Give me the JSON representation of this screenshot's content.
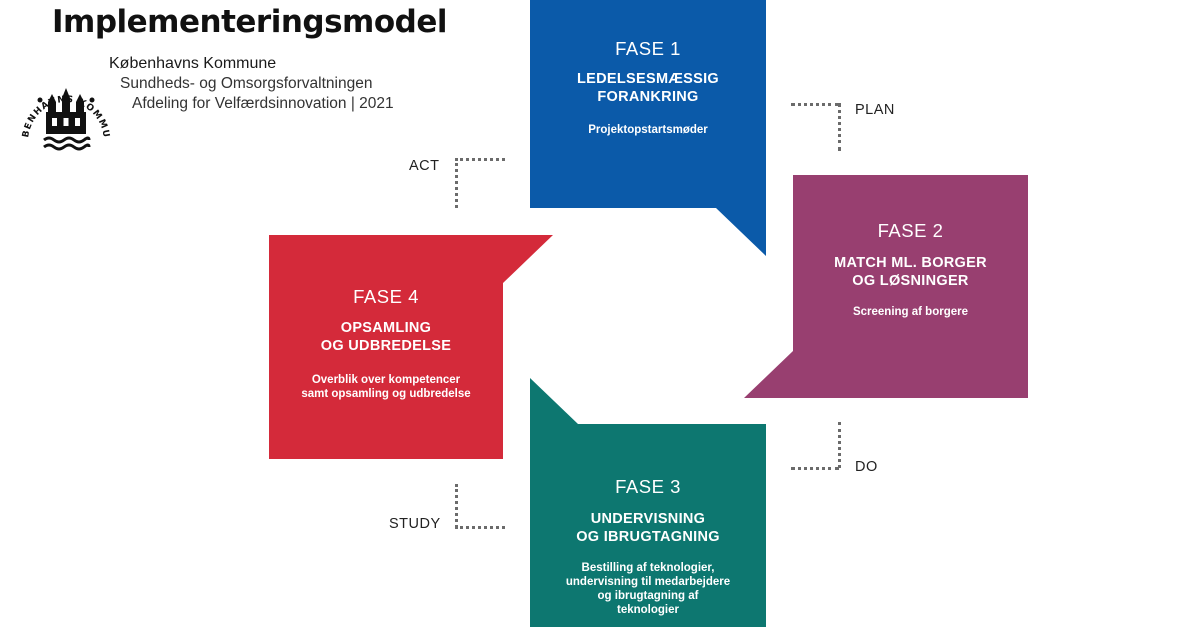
{
  "header": {
    "title": "Implementeringsmodel",
    "organization": "Københavns Kommune",
    "department": "Sundheds- og Omsorgsforvaltningen",
    "unit": "Afdeling for Velfærdsinnovation | 2021"
  },
  "logo": {
    "arc_text": "KØBENHAVNS KOMMUNE"
  },
  "phases": [
    {
      "label": "FASE 1",
      "title_lines": [
        "LEDELSESMÆSSIG",
        "FORANKRING"
      ],
      "description_lines": [
        "Projektopstartsmøder"
      ],
      "color": "#0b5aa9"
    },
    {
      "label": "FASE 2",
      "title_lines": [
        "MATCH ML. BORGER",
        "OG LØSNINGER"
      ],
      "description_lines": [
        "Screening af borgere"
      ],
      "color": "#983f70"
    },
    {
      "label": "FASE 3",
      "title_lines": [
        "UNDERVISNING",
        "OG IBRUGTAGNING"
      ],
      "description_lines": [
        "Bestilling af teknologier,",
        "undervisning til medarbejdere",
        "og ibrugtagning af",
        "teknologier"
      ],
      "color": "#0d7770"
    },
    {
      "label": "FASE 4",
      "title_lines": [
        "OPSAMLING",
        "OG UDBREDELSE"
      ],
      "description_lines": [
        "Overblik over kompetencer",
        "samt opsamling og udbredelse"
      ],
      "color": "#d42a3a"
    }
  ],
  "cycle_labels": {
    "plan": "PLAN",
    "do": "DO",
    "study": "STUDY",
    "act": "ACT"
  }
}
